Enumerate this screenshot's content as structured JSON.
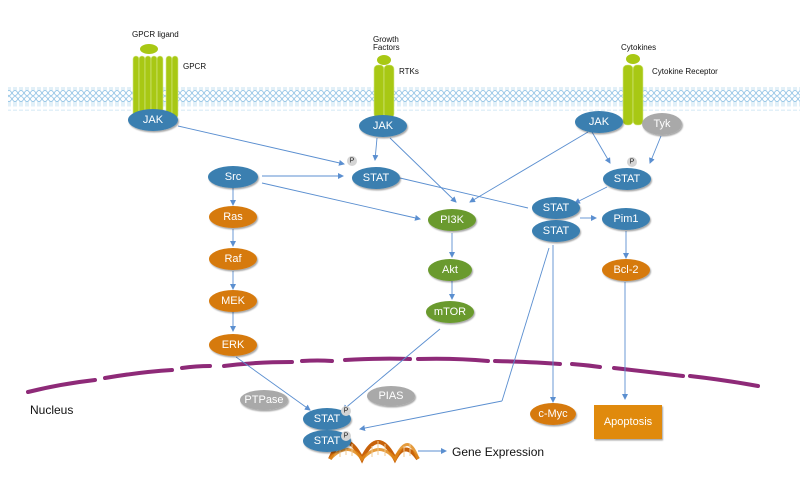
{
  "title": "JAK-STAT Signaling Pathway",
  "colors": {
    "blue": "#3a7fb0",
    "orange": "#d67a0c",
    "green": "#6a9a2e",
    "gray": "#a9a9a9",
    "receptor": "#a8c814",
    "membrane": "#8fc3e6",
    "nucleus": "#8e2a78",
    "arrow": "#5b8fd0",
    "apoptosis": "#e08a0f"
  },
  "labels": {
    "gpcr_ligand": "GPCR ligand",
    "gpcr": "GPCR",
    "growth_factors_line1": "Growth",
    "growth_factors_line2": "Factors",
    "rtks": "RTKs",
    "cytokines": "Cytokines",
    "cytokine_receptor": "Cytokine Receptor",
    "nucleus": "Nucleus",
    "gene_expression": "Gene Expression",
    "phospho": "P"
  },
  "nodes": {
    "jak1": "JAK",
    "jak2": "JAK",
    "jak3": "JAK",
    "tyk": "Tyk",
    "src": "Src",
    "stat_top": "STAT",
    "stat_right": "STAT",
    "stat_dimer_a": "STAT",
    "stat_dimer_b": "STAT",
    "pim1": "Pim1",
    "bcl2": "Bcl-2",
    "pi3k": "PI3K",
    "akt": "Akt",
    "mtor": "mTOR",
    "ras": "Ras",
    "raf": "Raf",
    "mek": "MEK",
    "erk": "ERK",
    "ptpase": "PTPase",
    "pias": "PIAS",
    "stat_nuc_a": "STAT",
    "stat_nuc_b": "STAT",
    "cmyc": "c-Myc",
    "apoptosis": "Apoptosis"
  }
}
